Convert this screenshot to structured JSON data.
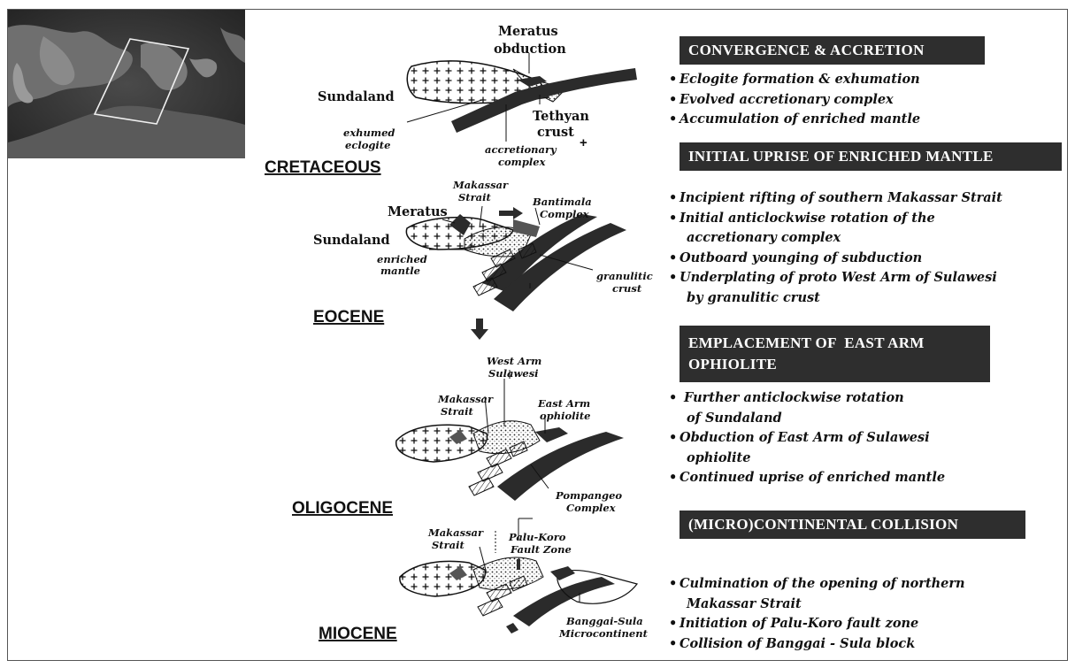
{
  "sections": [
    {
      "heading": "CONVERGENCE & ACCRETION",
      "bullets": [
        [
          "Eclogite formation & exhumation"
        ],
        [
          "Evolved accretionary complex"
        ],
        [
          "Accumulation of enriched mantle"
        ]
      ]
    },
    {
      "heading": "INITIAL UPRISE OF ENRICHED MANTLE",
      "bullets": [
        [
          "Incipient rifting of southern Makassar Strait"
        ],
        [
          "Initial anticlockwise rotation of the",
          "accretionary complex"
        ],
        [
          "Outboard younging of subduction"
        ],
        [
          "Underplating of proto West Arm of Sulawesi",
          "by granulitic crust"
        ]
      ]
    },
    {
      "heading_lines": [
        "EMPLACEMENT OF  EAST ARM",
        "OPHIOLITE"
      ],
      "bullets": [
        [
          " Further anticlockwise rotation",
          "of Sundaland"
        ],
        [
          "Obduction of East Arm of Sulawesi",
          "ophiolite"
        ],
        [
          "Continued uprise of enriched mantle"
        ]
      ]
    },
    {
      "heading": "(MICRO)CONTINENTAL COLLISION",
      "bullets": [
        [
          "Culmination of the opening of northern",
          "Makassar Strait"
        ],
        [
          "Initiation of Palu-Koro fault zone"
        ],
        [
          "Collision of Banggai - Sula block"
        ]
      ]
    }
  ],
  "eras": {
    "cretaceous": "CRETACEOUS",
    "eocene": "EOCENE",
    "oligocene": "OLIGOCENE",
    "miocene": "MIOCENE"
  },
  "labels": {
    "meratus_obduction": [
      "Meratus",
      "obduction"
    ],
    "sundaland_1": "Sundaland",
    "tethyan_crust": [
      "Tethyan",
      "crust"
    ],
    "exhumed_eclogite": [
      "exhumed",
      "eclogite"
    ],
    "accretionary_complex": [
      "accretionary",
      "complex"
    ],
    "meratus": "Meratus",
    "makassar_strait_1": [
      "Makassar",
      "Strait"
    ],
    "bantimala_complex": [
      "Bantimala",
      "Complex"
    ],
    "sundaland_2": "Sundaland",
    "enriched_mantle": [
      "enriched",
      "mantle"
    ],
    "granulitic_crust": [
      "granulitic",
      "crust"
    ],
    "west_arm_sulawesi": [
      "West Arm",
      "Sulawesi"
    ],
    "makassar_strait_2": [
      "Makassar",
      "Strait"
    ],
    "east_arm_ophiolite": [
      "East Arm",
      "ophiolite"
    ],
    "pompangeo_complex": [
      "Pompangeo",
      "Complex"
    ],
    "makassar_strait_3": [
      "Makassar",
      "Strait"
    ],
    "palu_koro": [
      "Palu-Koro",
      "Fault Zone"
    ],
    "banggai_sula": [
      "Banggai-Sula",
      "Microcontinent"
    ]
  },
  "colors": {
    "header_bg": "#2e2e2e",
    "header_text": "#ffffff",
    "slab": "#2b2b2b"
  }
}
